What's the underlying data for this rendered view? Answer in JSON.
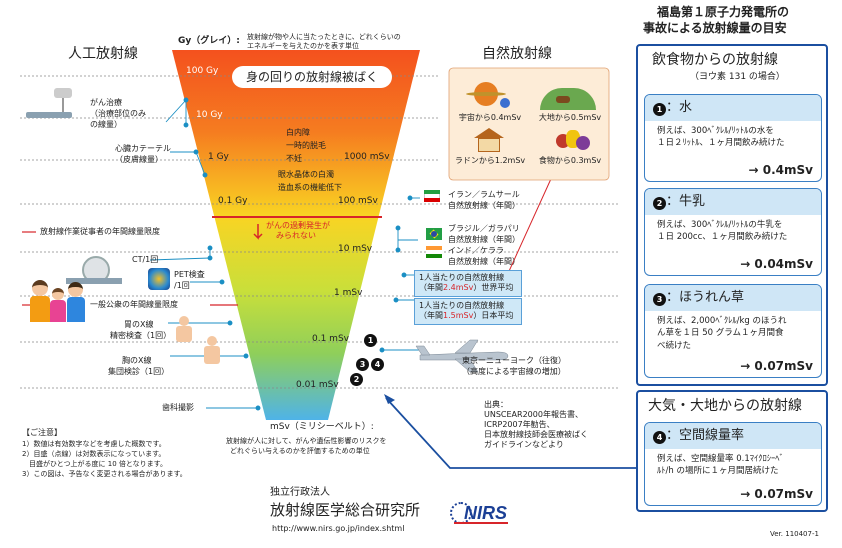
{
  "colors": {
    "pyramid_top": "#f4511e",
    "pyramid_mid": "#f9d423",
    "pyramid_low": "#a6d84b",
    "pyramid_bottom": "#4fb3e8",
    "card_border": "#3a7fc4",
    "card_head": "#cfe6f6",
    "nirs_blue": "#1b3f95",
    "nirs_red": "#d7252a"
  },
  "header": {
    "gy_label": "Gy（グレイ）:",
    "gy_desc_1": "放射線が物や人に当たったときに、どれくらいの",
    "gy_desc_2": "エネルギーを与えたのかを表す単位",
    "left_title": "人工放射線",
    "right_title": "自然放射線"
  },
  "pyramid": {
    "banner": "身の回りの放射線被ばく",
    "levels": {
      "100gy": "100 Gy",
      "10gy": "10 Gy",
      "1gy": "1 Gy",
      "01gy": "0.1 Gy",
      "1000msv": "1000 mSv",
      "100msv": "100 mSv",
      "10msv": "10 mSv",
      "1msv": "1 mSv",
      "01msv": "0.1 mSv",
      "001msv": "0.01 mSv"
    },
    "effects": [
      "白内障",
      "一時的脱毛",
      "不妊",
      "眼水晶体の白濁",
      "造血系の機能低下"
    ],
    "cancer_1": "がんの過剰発生が",
    "cancer_2": "みられない"
  },
  "left_items": {
    "cancer_treatment": [
      "がん治療",
      "（治療部位のみ",
      "の線量）"
    ],
    "catheter": [
      "心臓カテーテル",
      "（皮膚線量）"
    ],
    "worker_limit": "放射線作業従事者の年間線量限度",
    "ct": "CT/1回",
    "pet": [
      "PET検査",
      "/1回"
    ],
    "public_limit": "一般公衆の年間線量限度",
    "stomach": [
      "胃のX線",
      "精密検査（1回）"
    ],
    "chest": [
      "胸のX線",
      "集団検診（1回）"
    ],
    "dental": "歯科撮影",
    "msv_label": "mSv（ミリシーベルト）:",
    "msv_desc_1": "放射線が人に対して、がんや遺伝性影響のリスクを",
    "msv_desc_2": "どれぐらい与えるのかを評価するための単位"
  },
  "notes": {
    "title": "【ご注意】",
    "lines": [
      "1）数値は有効数字などを考慮した概数です。",
      "2）目盛（点線）は対数表示になっています。",
      "　目盛がひとつ上がる度に 10 倍となります。",
      "3）この図は、予告なく変更される場合があります。"
    ]
  },
  "natural": {
    "space": "宇宙から0.4mSv",
    "earth": "大地から0.5mSv",
    "radon": "ラドンから1.2mSv",
    "food": "食物から0.3mSv",
    "iran": [
      "イラン／ラムサール",
      "自然放射線（年間）"
    ],
    "brazil": [
      "ブラジル／ガラパリ",
      "自然放射線（年間）"
    ],
    "india": [
      "インド／ケララ",
      "自然放射線（年間）"
    ],
    "world_1": "1人当たりの自然放射線",
    "world_2a": "（年間",
    "world_2b": "2.4mSv",
    "world_2c": "）世界平均",
    "japan_1": "1人当たりの自然放射線",
    "japan_2a": "（年間",
    "japan_2b": "1.5mSv",
    "japan_2c": "）日本平均",
    "flight": [
      "東京ーニューヨーク（往復）",
      "（高度による宇宙線の増加）"
    ]
  },
  "sources": {
    "lines": [
      "出典：",
      "UNSCEAR2000年報告書、",
      "ICRP2007年勧告、",
      "日本放射線技師会医療被ばく",
      "ガイドラインなどより"
    ]
  },
  "footer": {
    "org_1": "独立行政法人",
    "org_2": "放射線医学総合研究所",
    "url": "http://www.nirs.go.jp/index.shtml",
    "logo": "NIRS",
    "version": "Ver. 110407-1"
  },
  "markers": [
    "1",
    "2",
    "3",
    "4"
  ],
  "right_panel": {
    "title_1": "福島第１原子力発電所の",
    "title_2": "事故による放射線量の目安",
    "food_title": "飲食物からの放射線",
    "food_sub": "（ヨウ素 131 の場合）",
    "cards": [
      {
        "num": "1",
        "title": "：水",
        "body_1": "例えば、300ﾍﾞｸﾚﾙ/ﾘｯﾄﾙの水を",
        "body_2": "１日２ﾘｯﾄﾙ、１ヶ月間飲み続けた",
        "value": "→ 0.4mSv"
      },
      {
        "num": "2",
        "title": "：牛乳",
        "body_1": "例えば、300ﾍﾞｸﾚﾙ/ﾘｯﾄﾙの牛乳を",
        "body_2": "１日 200cc、１ヶ月間飲み続けた",
        "value": "→ 0.04mSv"
      },
      {
        "num": "3",
        "title": "：ほうれん草",
        "body_1": "例えば、2,000ﾍﾞｸﾚﾙ/kg のほうれ",
        "body_2": "ん草を１日 50 グラム１ヶ月間食",
        "body_3": "べ続けた",
        "value": "→ 0.07mSv"
      }
    ],
    "air_title": "大気・大地からの放射線",
    "air_card": {
      "num": "4",
      "title": "：空間線量率",
      "body_1": "例えば、空間線量率 0.1ﾏｲｸﾛｼｰﾍﾞ",
      "body_2": "ﾙﾄ/h の場所に１ヶ月間居続けた",
      "value": "→ 0.07mSv"
    }
  }
}
